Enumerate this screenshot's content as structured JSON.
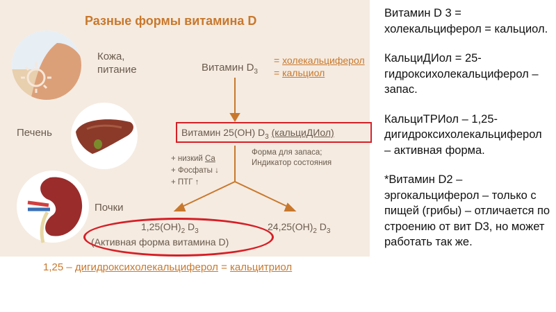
{
  "diagram": {
    "title": "Разные формы витамина D",
    "organs": {
      "skin_line1": "Кожа,",
      "skin_line2": "питание",
      "liver": "Печень",
      "kidney": "Почки"
    },
    "vitamin_d3": {
      "prefix": "Витамин D",
      "sub": "3",
      "eq1_sign": "=",
      "eq1_word": "холекальциферол",
      "eq2_sign": "=",
      "eq2_word": "кальциол"
    },
    "box": {
      "prefix": "Витамин 25(OH) D",
      "sub": "3",
      "paren": "(кальциДИол)"
    },
    "storage_line1": "Форма для запаса;",
    "storage_line2": "Индикатор состояния",
    "factors": {
      "line1_prefix": "+ низкий",
      "line1_ca": "Ca",
      "line2": "+ Фосфаты ↓",
      "line3": "+ ПТГ ↑"
    },
    "left_product": {
      "prefix": "1,25(OH)",
      "sub1": "2",
      "mid": " D",
      "sub2": "3",
      "caption": "(Активная форма витамина D)"
    },
    "right_product": {
      "prefix": "24,25(OH)",
      "sub1": "2",
      "mid": " D",
      "sub2": "3"
    },
    "bottom": {
      "prefix": "1,25 –",
      "word1": "дигидроксихолекальциферол",
      "sign": "=",
      "word2": "кальцитриол"
    }
  },
  "notes": [
    "Витамин D 3 = холекальциферол = кальциол.",
    "КальциДИол = 25-гидроксихолекальциферол – запас.",
    "КальциТРИол – 1,25-дигидроксихолекальциферол – активная форма.",
    "*Витамин D2 – эргокальциферол – только с пищей (грибы) – отличается по строению от вит D3, но может работать так же."
  ],
  "colors": {
    "panel": "#f5ebe1",
    "accent": "#c8782c",
    "highlight": "#d51f26",
    "text": "#6a5b4d"
  }
}
